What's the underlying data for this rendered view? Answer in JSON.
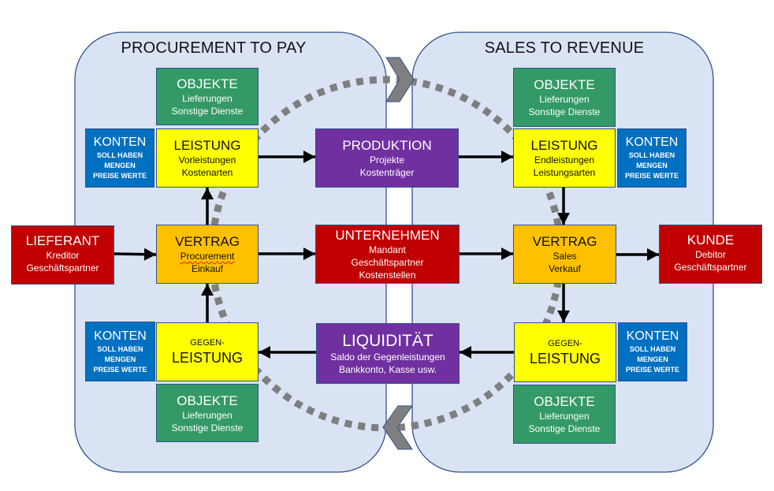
{
  "panels": {
    "left": {
      "title": "PROCUREMENT TO PAY"
    },
    "right": {
      "title": "SALES TO REVENUE"
    }
  },
  "colors": {
    "panel_fill": "#dae3f3",
    "panel_border": "#2f528f",
    "objekte_green": "#339966",
    "konten_blue": "#0070c0",
    "leistung_yellow": "#ffff00",
    "vertrag_orange": "#ffc000",
    "partner_red": "#c00000",
    "center_purple": "#7030a0",
    "cycle_gray": "#7f7f7f",
    "arrow_black": "#000000"
  },
  "boxes": {
    "objekte_top_left": {
      "title": "OBJEKTE",
      "lines": [
        "Lieferungen",
        "Sonstige Dienste"
      ]
    },
    "leistung_left": {
      "title": "LEISTUNG",
      "lines": [
        "Vorleistungen",
        "Kostenarten"
      ]
    },
    "konten_top_left": {
      "title": "KONTEN",
      "lines": [
        "SOLL HABEN",
        "MENGEN",
        "PREISE WERTE"
      ]
    },
    "produktion": {
      "title": "PRODUKTION",
      "lines": [
        "Projekte",
        "Kostenträger"
      ]
    },
    "objekte_top_right": {
      "title": "OBJEKTE",
      "lines": [
        "Lieferungen",
        "Sonstige Dienste"
      ]
    },
    "leistung_right": {
      "title": "LEISTUNG",
      "lines": [
        "Endleistungen",
        "Leistungsarten"
      ]
    },
    "konten_top_right": {
      "title": "KONTEN",
      "lines": [
        "SOLL HABEN",
        "MENGEN",
        "PREISE WERTE"
      ]
    },
    "lieferant": {
      "title": "LIEFERANT",
      "lines": [
        "Kreditor",
        "Geschäftspartner"
      ]
    },
    "vertrag_left": {
      "title": "VERTRAG",
      "lines": [
        "Procurement",
        "Einkauf"
      ]
    },
    "unternehmen": {
      "title": "UNTERNEHMEN",
      "lines": [
        "Mandant",
        "Geschäftspartner",
        "Kostenstellen"
      ]
    },
    "vertrag_right": {
      "title": "VERTRAG",
      "lines": [
        "Sales",
        "Verkauf"
      ]
    },
    "kunde": {
      "title": "KUNDE",
      "lines": [
        "Debitor",
        "Geschäftspartner"
      ]
    },
    "konten_bottom_left": {
      "title": "KONTEN",
      "lines": [
        "SOLL HABEN",
        "MENGEN",
        "PREISE WERTE"
      ]
    },
    "gegenleistung_left": {
      "pre_title": "GEGEN-",
      "title": "LEISTUNG"
    },
    "liquiditaet": {
      "title": "LIQUIDITÄT",
      "lines": [
        "Saldo der Gegenleistungen",
        "Bankkonto, Kasse usw."
      ]
    },
    "gegenleistung_right": {
      "pre_title": "GEGEN-",
      "title": "LEISTUNG"
    },
    "konten_bottom_right": {
      "title": "KONTEN",
      "lines": [
        "SOLL HABEN",
        "MENGEN",
        "PREISE WERTE"
      ]
    },
    "objekte_bottom_left": {
      "title": "OBJEKTE",
      "lines": [
        "Lieferungen",
        "Sonstige Dienste"
      ]
    },
    "objekte_bottom_right": {
      "title": "OBJEKTE",
      "lines": [
        "Lieferungen",
        "Sonstige Dienste"
      ]
    }
  },
  "cycle": {
    "top_chevron_direction": "right",
    "bottom_chevron_direction": "left"
  }
}
